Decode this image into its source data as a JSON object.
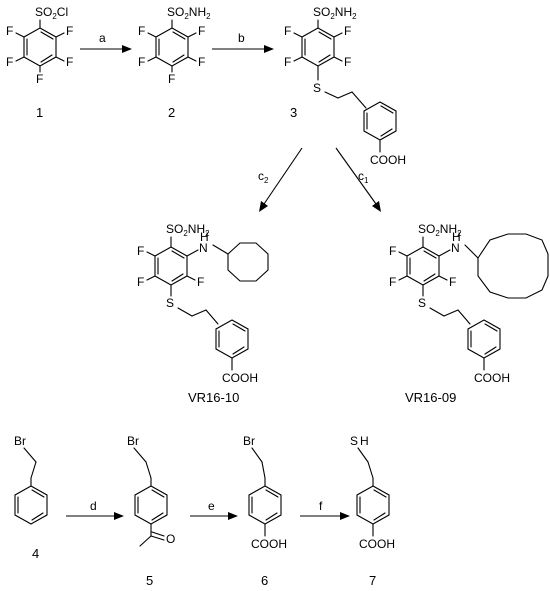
{
  "compounds": {
    "c1": "1",
    "c2": "2",
    "c3": "3",
    "vr1610": "VR16-10",
    "vr1609": "VR16-09",
    "c4": "4",
    "c5": "5",
    "c6": "6",
    "c7": "7"
  },
  "arrows": {
    "a": "a",
    "b": "b",
    "c2_main": "c",
    "c2_sub": "2",
    "c1_main": "c",
    "c1_sub": "1",
    "d": "d",
    "e": "e",
    "f": "f"
  },
  "atoms": {
    "SO2Cl_1": "SO",
    "SO2Cl_2": "2",
    "SO2Cl_3": "Cl",
    "SO2NH2_1": "SO",
    "SO2NH2_2": "2",
    "SO2NH2_3": "NH",
    "SO2NH2_4": "2",
    "F": "F",
    "S": "S",
    "NH": "N",
    "H": "H",
    "COOH": "COOH",
    "Br": "Br",
    "O": "O",
    "SH": "S",
    "SH_H": "H"
  }
}
